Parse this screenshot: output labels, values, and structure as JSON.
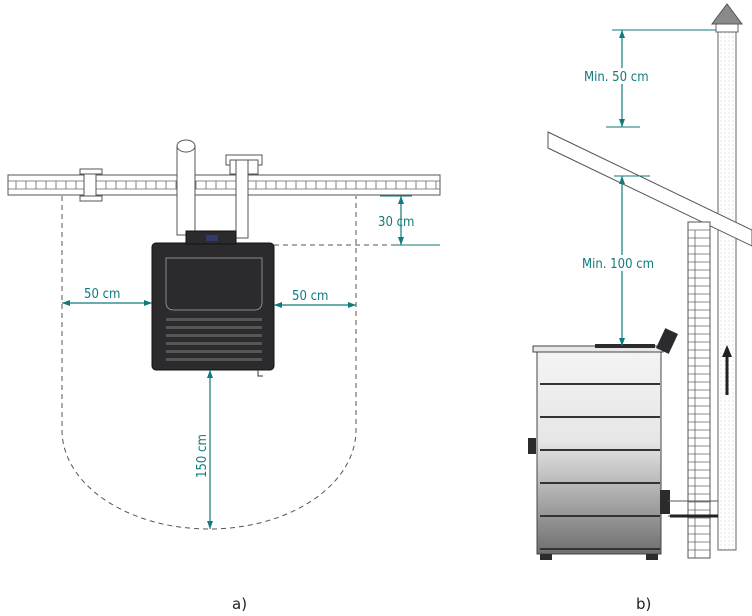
{
  "panel_a": {
    "caption": "a)",
    "dim_left": "50 cm",
    "dim_right": "50 cm",
    "dim_top": "30 cm",
    "dim_front": "150 cm"
  },
  "panel_b": {
    "caption": "b)",
    "dim_chimney_top": "Min. 50 cm",
    "dim_ceiling": "Min. 100 cm"
  },
  "colors": {
    "dimension": "#117a7a",
    "stove_dark": "#2b2b2d",
    "line": "#555555"
  }
}
